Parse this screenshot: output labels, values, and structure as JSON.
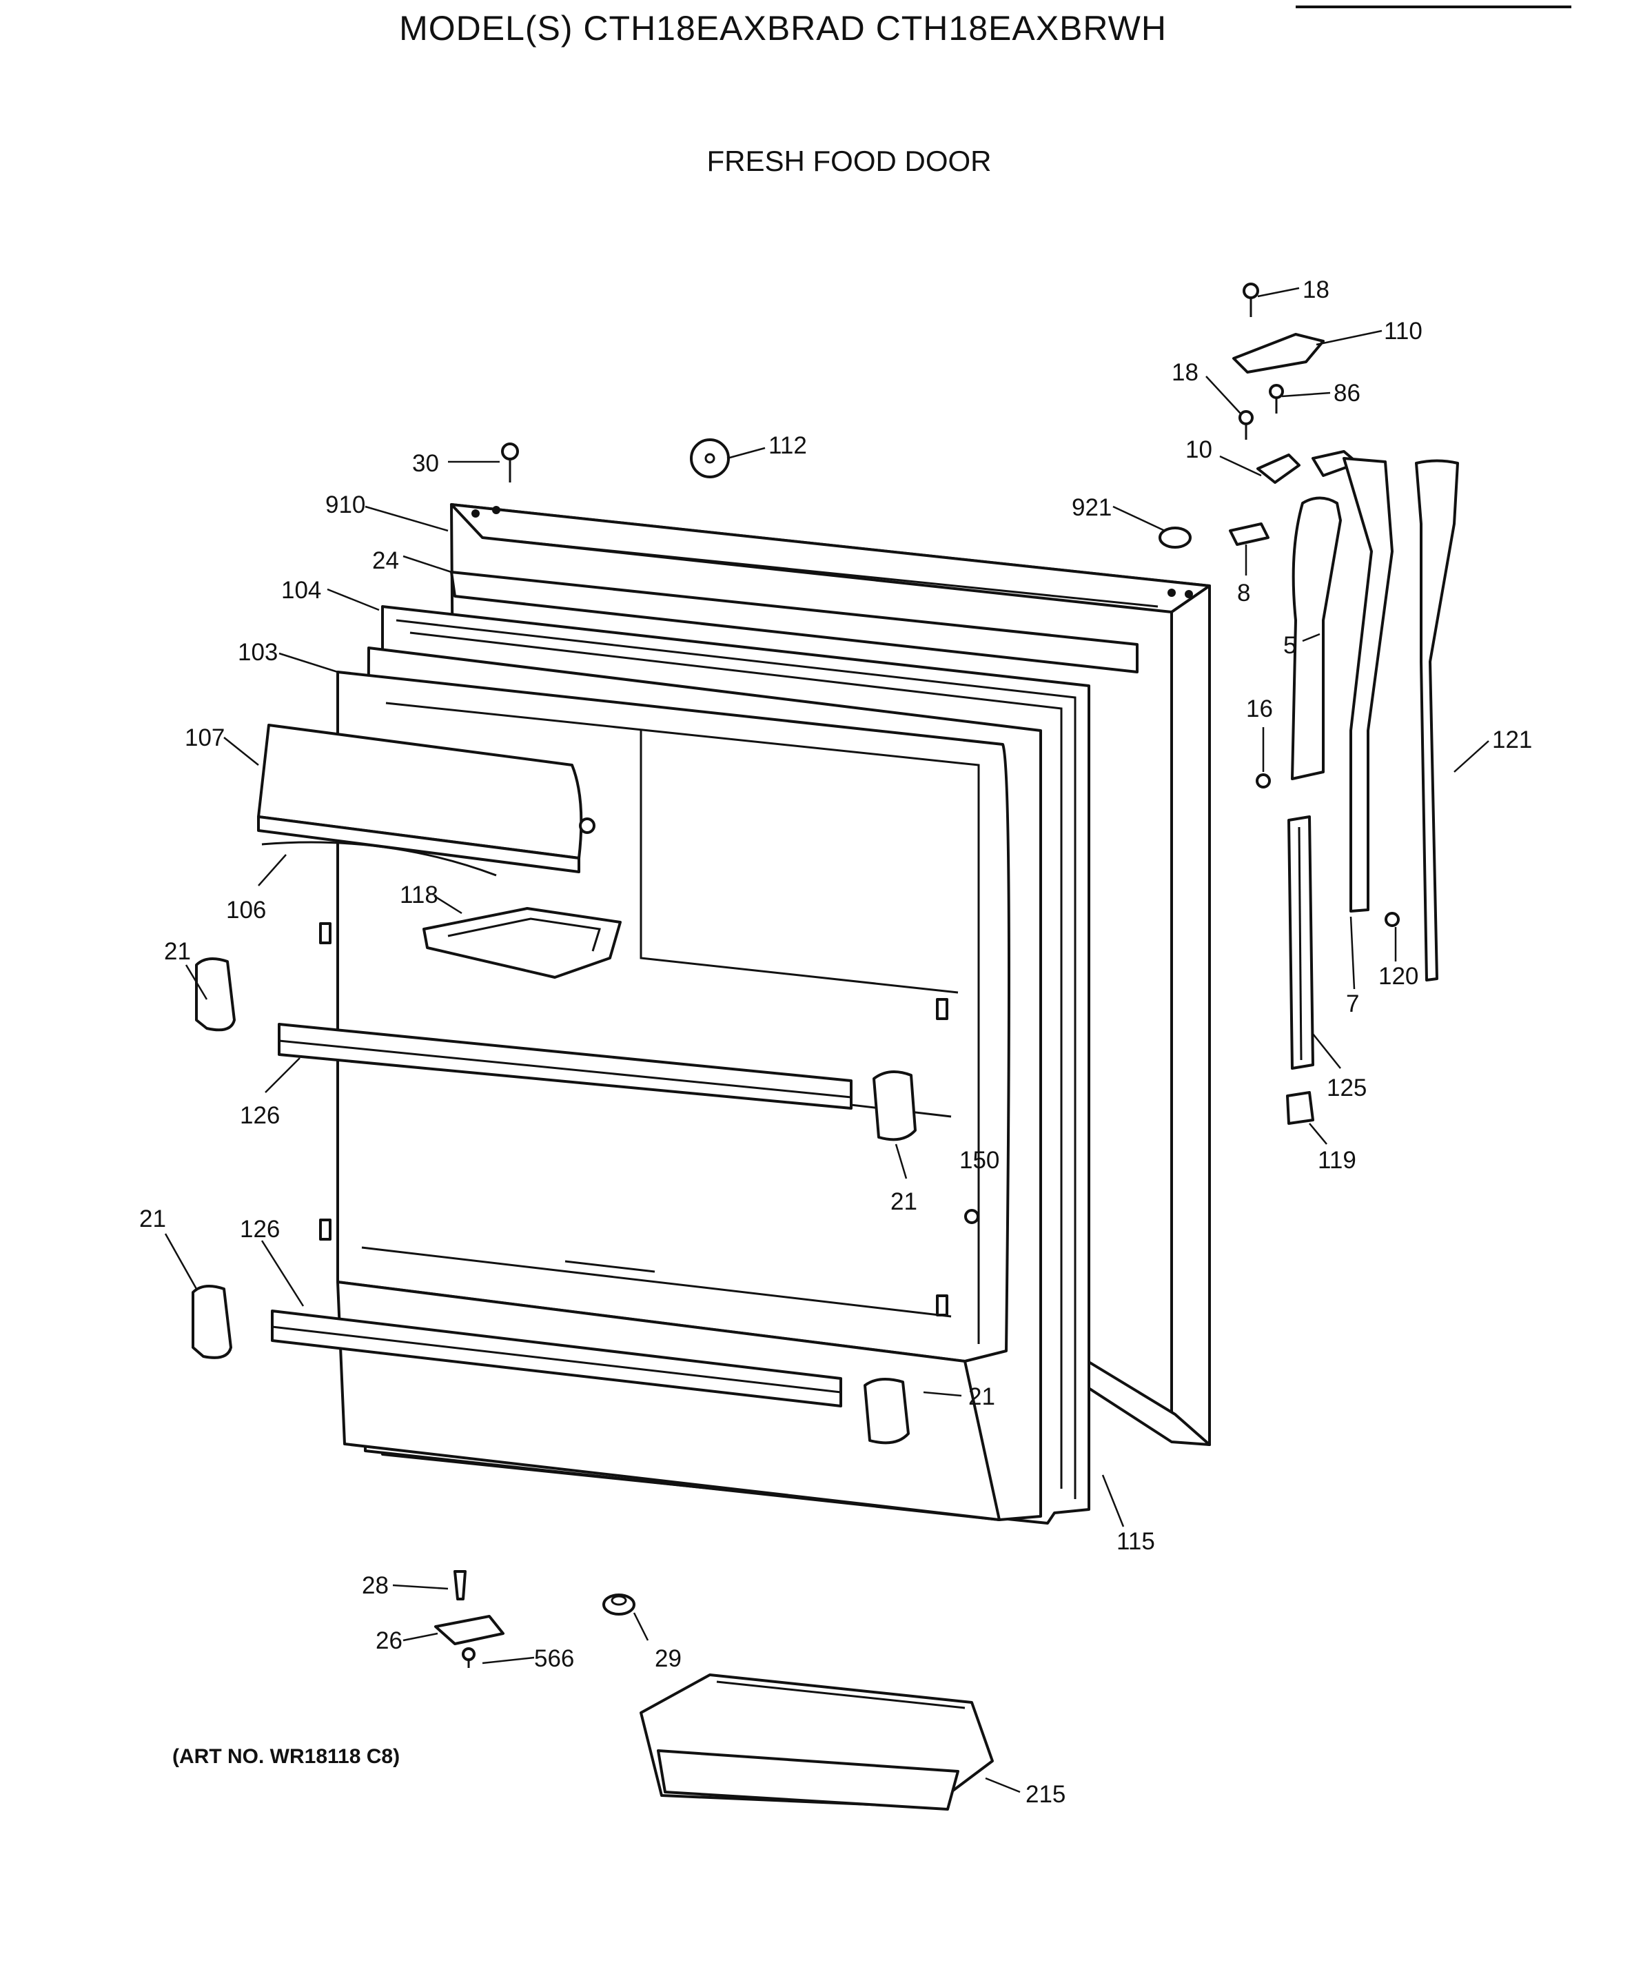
{
  "header": {
    "model_title": "MODEL(S) CTH18EAXBRAD  CTH18EAXBRWH",
    "section_title": "FRESH FOOD DOOR"
  },
  "footer": {
    "art_note": "(ART NO. WR18118 C8)"
  },
  "callouts": [
    "18",
    "110",
    "18",
    "86",
    "10",
    "112",
    "30",
    "910",
    "921",
    "8",
    "24",
    "104",
    "5",
    "103",
    "16",
    "107",
    "121",
    "118",
    "106",
    "120",
    "7",
    "21",
    "125",
    "126",
    "119",
    "150",
    "21",
    "21",
    "126",
    "21",
    "115",
    "28",
    "26",
    "566",
    "29",
    "215"
  ]
}
